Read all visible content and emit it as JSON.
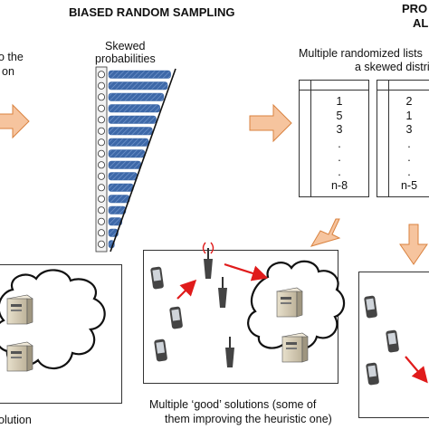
{
  "titles": {
    "biased_sampling": "BIASED RANDOM SAMPLING",
    "right_top_line1": "PRO",
    "right_top_line2": "AL"
  },
  "left_fragment": {
    "line1": "o the",
    "line2": "on"
  },
  "skewed_label": {
    "line1": "Skewed",
    "line2": "probabilities"
  },
  "lists_caption": {
    "line1": "Multiple randomized lists",
    "line2": "a skewed distri"
  },
  "list1": [
    "1",
    "5",
    "3",
    ".",
    ".",
    ".",
    "n-8"
  ],
  "list2": [
    "2",
    "1",
    "3",
    ".",
    ".",
    ".",
    "n-5"
  ],
  "bottom_caption": {
    "line1": "Multiple ‘good’ solutions (some of",
    "line2": "them improving the heuristic one)"
  },
  "bottom_left_fragment": "olution",
  "colors": {
    "bar_fill": "#3d68a8",
    "arrow_fill": "#f6c49e",
    "arrow_stroke": "#d9823f",
    "red_arrow": "#e01b1b"
  },
  "chart_data": {
    "type": "bar",
    "title": "Skewed probabilities",
    "values": [
      0.98,
      0.93,
      0.87,
      0.81,
      0.75,
      0.69,
      0.63,
      0.57,
      0.51,
      0.45,
      0.39,
      0.33,
      0.27,
      0.21,
      0.15,
      0.09
    ],
    "orientation": "horizontal"
  },
  "icons": [
    "server-icon",
    "mobile-device-icon",
    "antenna-tower-icon",
    "cloud-icon",
    "block-arrow-icon"
  ]
}
